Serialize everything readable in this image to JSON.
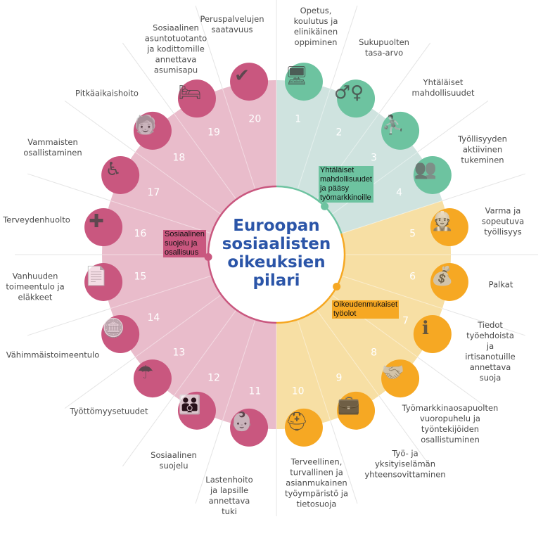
{
  "title": "Euroopan\nsosiaalisten\noikeuksien\npilari",
  "colors": {
    "teal": "#6dc3a0",
    "teal_bg": "#cfe3df",
    "yellow": "#f6a823",
    "yellow_bg": "#f7dfa4",
    "pink": "#c9577f",
    "pink_bg": "#e9bccb",
    "title": "#2b55a8"
  },
  "sections": [
    {
      "label": "Yhtäläiset\nmahdollisuudet\nja pääsy\ntyömarkkinoille",
      "color": "teal"
    },
    {
      "label": "Oikeudenmukaiset\ntyöolot",
      "color": "yellow"
    },
    {
      "label": "Sosiaalinen\nsuojelu ja\nosallisuus",
      "color": "pink"
    }
  ],
  "principles": [
    {
      "num": "1",
      "label": "Opetus,\nkoulutus ja\nelinikäinen\noppiminen",
      "icon": "graduation-screen-icon",
      "glyph": "🖥"
    },
    {
      "num": "2",
      "label": "Sukupuolten\ntasa-arvo",
      "icon": "gender-equality-icon",
      "glyph": "♂♀"
    },
    {
      "num": "3",
      "label": "Yhtäläiset\nmahdollisuudet",
      "icon": "helping-up-stairs-icon",
      "glyph": "⛹"
    },
    {
      "num": "4",
      "label": "Työllisyyden\naktiivinen\ntukeminen",
      "icon": "presentation-icon",
      "glyph": "👥"
    },
    {
      "num": "5",
      "label": "Varma ja\nsopeutuva\ntyöllisyys",
      "icon": "workers-icon",
      "glyph": "👷"
    },
    {
      "num": "6",
      "label": "Palkat",
      "icon": "coins-growth-icon",
      "glyph": "💰"
    },
    {
      "num": "7",
      "label": "Tiedot työehdoista\nja irtisanotuille\nannettava suoja",
      "icon": "info-shield-icon",
      "glyph": "ℹ"
    },
    {
      "num": "8",
      "label": "Työmarkkinaosapuolten\nvuoropuhelu ja\ntyöntekijöiden\nosallistuminen",
      "icon": "handshake-icon",
      "glyph": "🤝"
    },
    {
      "num": "9",
      "label": "Työ- ja\nyksityiselämän\nyhteensovittaminen",
      "icon": "work-life-icon",
      "glyph": "💼"
    },
    {
      "num": "10",
      "label": "Terveellinen,\nturvallinen ja\nasianmukainen\ntyöympäristö ja\ntietosuoja",
      "icon": "safety-worker-icon",
      "glyph": "⛑"
    },
    {
      "num": "11",
      "label": "Lastenhoito\nja lapsille\nannettava\ntuki",
      "icon": "child-care-icon",
      "glyph": "👶"
    },
    {
      "num": "12",
      "label": "Sosiaalinen\nsuojelu",
      "icon": "family-hand-icon",
      "glyph": "👪"
    },
    {
      "num": "13",
      "label": "Työttömyysetuudet",
      "icon": "umbrella-people-icon",
      "glyph": "☂"
    },
    {
      "num": "14",
      "label": "Vähimmäistoimeentulo",
      "icon": "hand-coins-icon",
      "glyph": "🪙"
    },
    {
      "num": "15",
      "label": "Vanhuuden\ntoimeentulo ja\neläkkeet",
      "icon": "pension-document-icon",
      "glyph": "📄"
    },
    {
      "num": "16",
      "label": "Terveydenhuolto",
      "icon": "first-aid-kit-icon",
      "glyph": "✚"
    },
    {
      "num": "17",
      "label": "Vammaisten\nosallistaminen",
      "icon": "wheelchair-icon",
      "glyph": "♿"
    },
    {
      "num": "18",
      "label": "Pitkäaikaishoito",
      "icon": "elderly-care-icon",
      "glyph": "🧓"
    },
    {
      "num": "19",
      "label": "Sosiaalinen\nasuntotuotanto\nja kodittomille\nannettava\nasumisapu",
      "icon": "bed-shelter-icon",
      "glyph": "🛏"
    },
    {
      "num": "20",
      "label": "Peruspalvelujen\nsaatavuus",
      "icon": "hand-check-icon",
      "glyph": "✔"
    }
  ]
}
